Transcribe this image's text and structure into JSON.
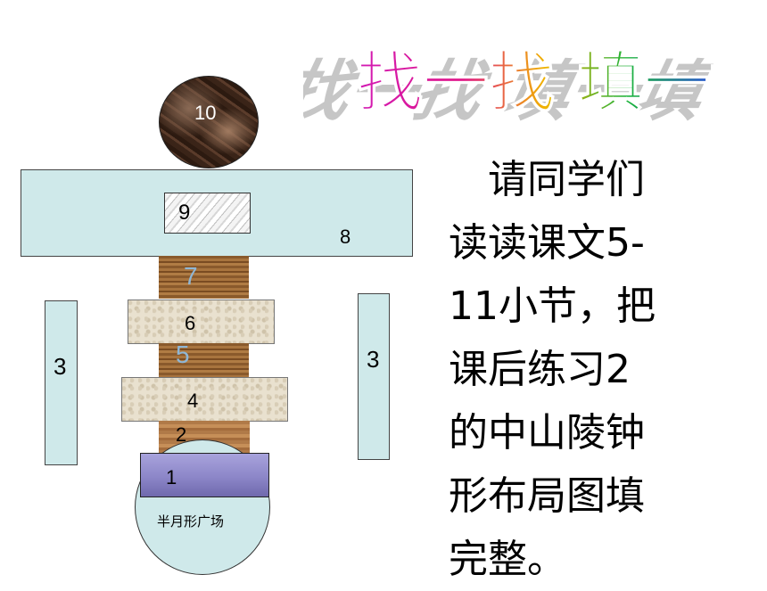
{
  "title": "找一找 填一填",
  "instruction_lines": [
    "　请同学们",
    "读读课文5-",
    "11小节，把",
    "课后练习2",
    "的中山陵钟",
    "形布局图填",
    "完整。"
  ],
  "diagram": {
    "label_10": "10",
    "label_9": "9",
    "label_8": "8",
    "label_7": "7",
    "label_6": "6",
    "label_5": "5",
    "label_4": "4",
    "label_3_left": "3",
    "label_3_right": "3",
    "label_2": "2",
    "label_1": "1",
    "half_moon_label": "半月形广场"
  },
  "colors": {
    "aqua_fill": "#cfe9ea",
    "purple_fill": "#8c86c8",
    "light_number": "#8fb7d6"
  }
}
